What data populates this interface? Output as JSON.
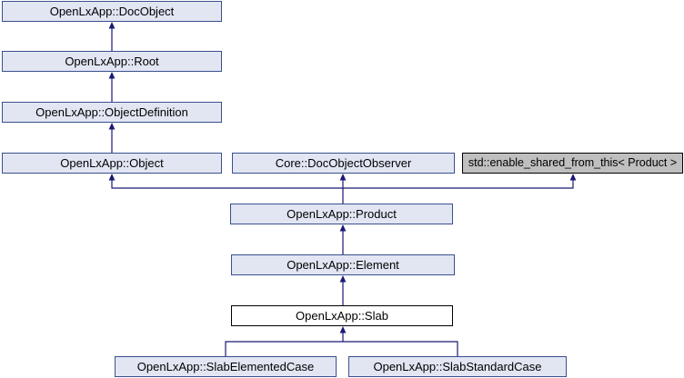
{
  "diagram": {
    "kind": "class-inheritance-graph",
    "generator_style": "doxygen",
    "focus_class": "OpenLxApp::Slab",
    "colors": {
      "background": "#ffffff",
      "documented_node_fill": "#e2e6f3",
      "documented_node_border": "#39508e",
      "current_node_fill": "#ffffff",
      "current_node_border": "#000000",
      "external_node_fill": "#bfbfbf",
      "external_node_border": "#000000",
      "edge": "#191975",
      "text": "#000000"
    },
    "nodes": [
      {
        "label": "OpenLxApp::DocObject",
        "kind": "documented"
      },
      {
        "label": "OpenLxApp::Root",
        "kind": "documented"
      },
      {
        "label": "OpenLxApp::ObjectDefinition",
        "kind": "documented"
      },
      {
        "label": "OpenLxApp::Object",
        "kind": "documented"
      },
      {
        "label": "Core::DocObjectObserver",
        "kind": "documented"
      },
      {
        "label": "std::enable_shared_from_this< Product >",
        "kind": "external"
      },
      {
        "label": "OpenLxApp::Product",
        "kind": "documented"
      },
      {
        "label": "OpenLxApp::Element",
        "kind": "documented"
      },
      {
        "label": "OpenLxApp::Slab",
        "kind": "current"
      },
      {
        "label": "OpenLxApp::SlabElementedCase",
        "kind": "documented"
      },
      {
        "label": "OpenLxApp::SlabStandardCase",
        "kind": "documented"
      }
    ],
    "edges": [
      {
        "from": "OpenLxApp::Root",
        "to": "OpenLxApp::DocObject"
      },
      {
        "from": "OpenLxApp::ObjectDefinition",
        "to": "OpenLxApp::Root"
      },
      {
        "from": "OpenLxApp::Object",
        "to": "OpenLxApp::ObjectDefinition"
      },
      {
        "from": "OpenLxApp::Product",
        "to": "OpenLxApp::Object"
      },
      {
        "from": "OpenLxApp::Product",
        "to": "Core::DocObjectObserver"
      },
      {
        "from": "OpenLxApp::Product",
        "to": "std::enable_shared_from_this< Product >"
      },
      {
        "from": "OpenLxApp::Element",
        "to": "OpenLxApp::Product"
      },
      {
        "from": "OpenLxApp::Slab",
        "to": "OpenLxApp::Element"
      },
      {
        "from": "OpenLxApp::SlabElementedCase",
        "to": "OpenLxApp::Slab"
      },
      {
        "from": "OpenLxApp::SlabStandardCase",
        "to": "OpenLxApp::Slab"
      }
    ]
  }
}
